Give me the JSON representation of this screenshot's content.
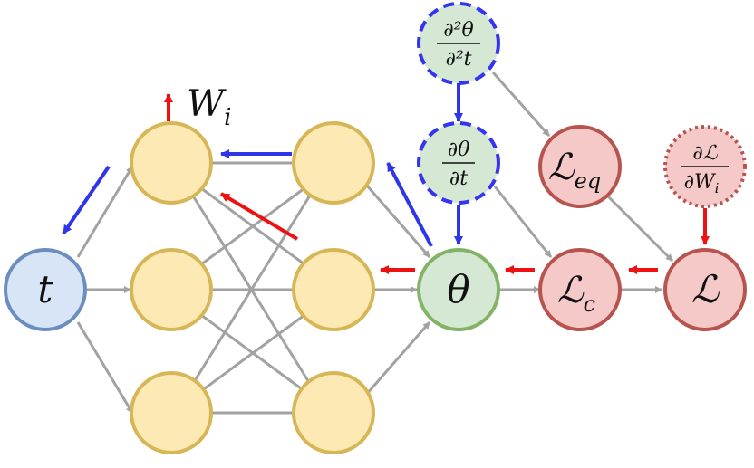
{
  "colors": {
    "edge": "#a2a2a2",
    "backprop_red": "#ee1111",
    "backprop_blue": "#2f35e8",
    "input_fill": "#d8e5f7",
    "input_stroke": "#6c8ebf",
    "hidden_fill": "#fde9b3",
    "hidden_stroke": "#d6b656",
    "output_fill": "#d5e8d4",
    "output_stroke": "#82b366",
    "loss_fill": "#f4c9c7",
    "loss_stroke": "#b85450",
    "dashed_blue": "#3535f0"
  },
  "nodes": {
    "input": {
      "label": "t"
    },
    "output": {
      "label": "θ"
    },
    "d2theta": {
      "num": "∂²θ",
      "den": "∂²t"
    },
    "dtheta": {
      "num": "∂θ",
      "den": "∂t"
    },
    "loss_eq": {
      "main": "ℒ",
      "sub": "eq"
    },
    "loss_c": {
      "main": "ℒ",
      "sub": "c"
    },
    "loss": {
      "main": "ℒ"
    },
    "dloss": {
      "num": "∂ℒ",
      "den_main": "∂W",
      "den_sub": "i"
    }
  },
  "weight_label": {
    "main": "W",
    "sub": "i"
  }
}
